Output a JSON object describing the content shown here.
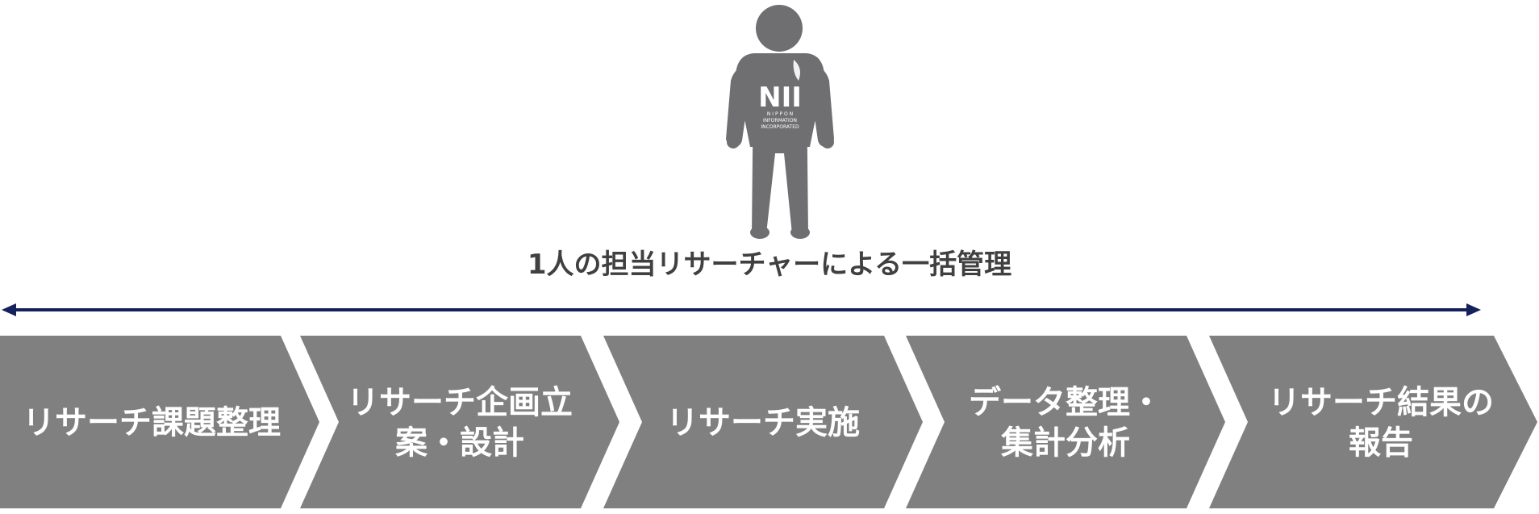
{
  "person": {
    "logo_letters": "NII",
    "logo_line1": "N I P P O N",
    "logo_line2": "INFORMATION",
    "logo_line3": "INCORPORATED",
    "color": "#6f6f71"
  },
  "caption": "1人の担当リサーチャーによる一括管理",
  "arrow_color": "#14215a",
  "step_color": "#808080",
  "steps": [
    {
      "lines": [
        "リサーチ課題整理"
      ]
    },
    {
      "lines": [
        "リサーチ企画立",
        "案・設計"
      ]
    },
    {
      "lines": [
        "リサーチ実施"
      ]
    },
    {
      "lines": [
        "データ整理・",
        "集計分析"
      ]
    },
    {
      "lines": [
        "リサーチ結果の",
        "報告"
      ]
    }
  ]
}
